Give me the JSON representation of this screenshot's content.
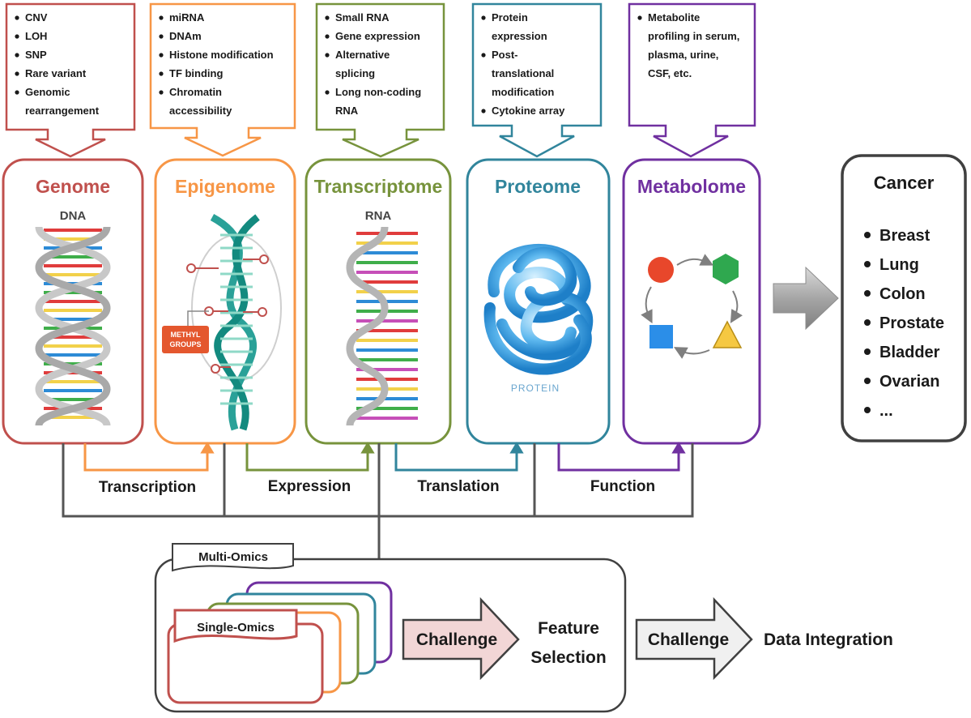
{
  "omics": [
    {
      "id": "genome",
      "title": "Genome",
      "color": "#c0504d",
      "features": [
        [
          "CNV"
        ],
        [
          "LOH"
        ],
        [
          "SNP"
        ],
        [
          "Rare variant"
        ],
        [
          "Genomic",
          "rearrangement"
        ]
      ]
    },
    {
      "id": "epigenome",
      "title": "Epigenome",
      "color": "#f79646",
      "features": [
        [
          "miRNA"
        ],
        [
          "DNAm"
        ],
        [
          "Histone modification"
        ],
        [
          "TF binding"
        ],
        [
          "Chromatin",
          "accessibility"
        ]
      ]
    },
    {
      "id": "transcriptome",
      "title": "Transcriptome",
      "color": "#77933c",
      "features": [
        [
          "Small RNA"
        ],
        [
          "Gene expression"
        ],
        [
          "Alternative",
          "splicing"
        ],
        [
          "Long non-coding",
          "RNA"
        ]
      ]
    },
    {
      "id": "proteome",
      "title": "Proteome",
      "color": "#31859c",
      "features": [
        [
          "Protein",
          "expression"
        ],
        [
          "Post-",
          "translational",
          "modification"
        ],
        [
          "Cytokine array"
        ]
      ]
    },
    {
      "id": "metabolome",
      "title": "Metabolome",
      "color": "#7030a0",
      "features": [
        [
          "Metabolite",
          "profiling in serum,",
          "plasma, urine,",
          "CSF, etc."
        ]
      ]
    }
  ],
  "illustrations": {
    "genome_caption": "DNA",
    "epigenome_caption": "METHYL GROUPS",
    "epigenome_caption_lines": [
      "METHYL",
      "GROUPS"
    ],
    "transcriptome_caption": "RNA",
    "proteome_caption": "PROTEIN"
  },
  "processes": [
    "Transcription",
    "Expression",
    "Translation",
    "Function"
  ],
  "cancer": {
    "title": "Cancer",
    "items": [
      "Breast",
      "Lung",
      "Colon",
      "Prostate",
      "Bladder",
      "Ovarian",
      "..."
    ]
  },
  "bottom": {
    "multi_omics_label": "Multi-Omics",
    "single_omics_label": "Single-Omics",
    "challenge_1": "Challenge",
    "feature_selection_lines": [
      "Feature",
      "Selection"
    ],
    "challenge_2": "Challenge",
    "data_integration": "Data Integration"
  }
}
